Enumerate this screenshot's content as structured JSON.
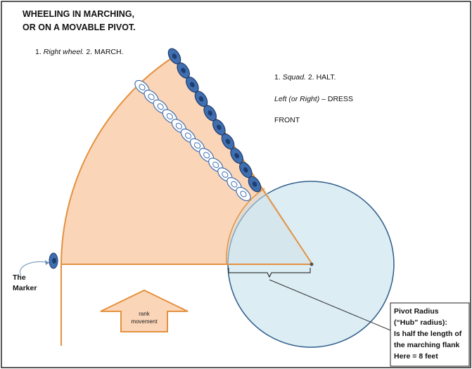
{
  "title": {
    "line1": "WHEELING IN MARCHING,",
    "line2": "OR ON A MOVABLE PIVOT."
  },
  "command_wheel": {
    "n1": "1.",
    "part1": "Right wheel.",
    "n2": "2.",
    "part2": "MARCH."
  },
  "command_halt": {
    "n1": "1.",
    "part1": "Squad.",
    "n2": "2.",
    "part2": "HALT."
  },
  "dress": {
    "italic": "Left (or Right)",
    "rest": " – DRESS"
  },
  "front": "FRONT",
  "marker_label": {
    "line1": "The",
    "line2": "Marker"
  },
  "rank_movement": {
    "line1": "rank",
    "line2": "movement"
  },
  "pivot_note": {
    "line1": "Pivot Radius",
    "line2": "(“Hub” radius):",
    "line3": "Is half the length of",
    "line4": "the marching flank",
    "line5": "Here = 8 feet"
  },
  "colors": {
    "sector_fill": "#fbd5b8",
    "sector_stroke": "#e3913f",
    "hub_fill": "#dcedf4",
    "hub_stroke": "#2f5d8a",
    "soldier_fill": "#3f6fb0",
    "soldier_dark": "#1f3d6e",
    "arrow_fill": "#fbd5b8",
    "arrow_stroke": "#e3913f"
  }
}
